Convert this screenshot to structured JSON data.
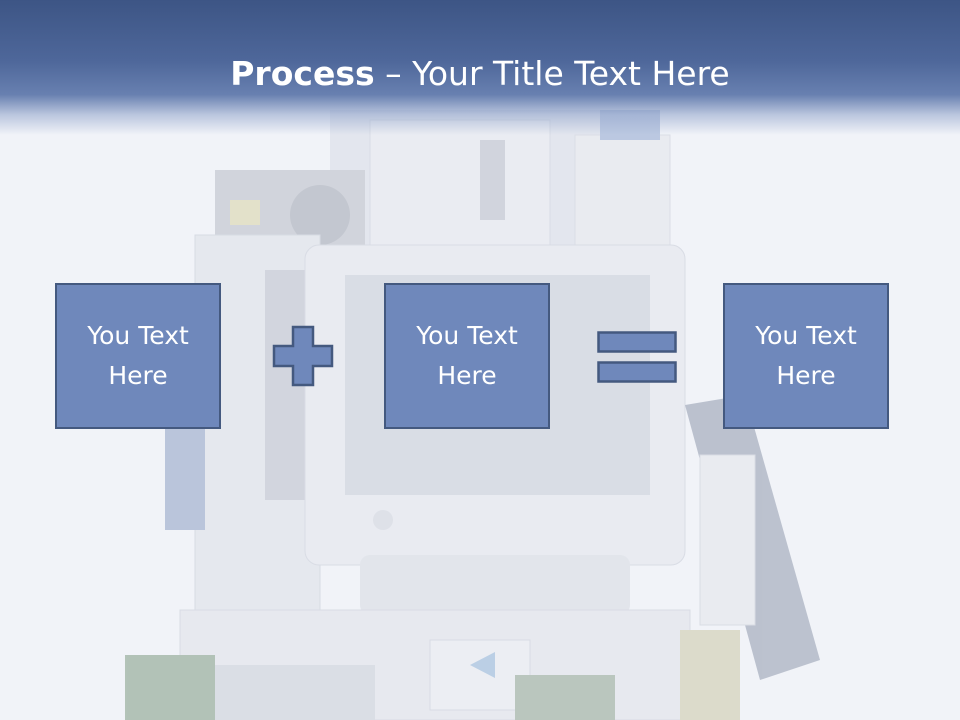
{
  "title": {
    "bold": "Process",
    "rest": " – Your Title Text Here"
  },
  "boxes": [
    {
      "label": "You Text Here"
    },
    {
      "label": "You Text Here"
    },
    {
      "label": "You Text Here"
    }
  ],
  "operators": [
    "plus-icon",
    "equals-icon"
  ],
  "colors": {
    "title_band": "#4e679a",
    "box_fill": "#6f88bb",
    "box_border": "#44597f",
    "text": "#ffffff"
  }
}
